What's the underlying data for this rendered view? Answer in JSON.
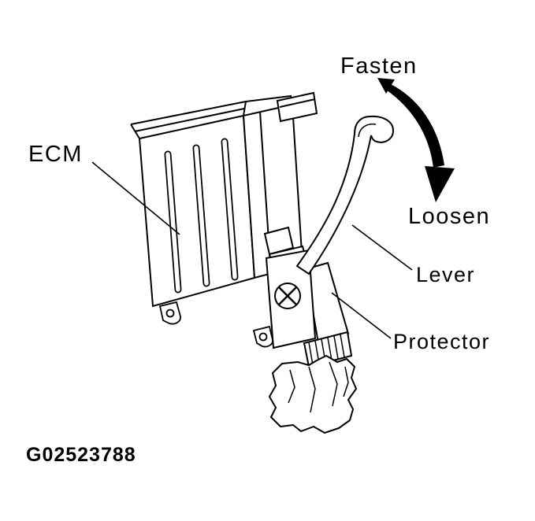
{
  "figure": {
    "id": "G02523788",
    "labels": {
      "ecm": "ECM",
      "fasten": "Fasten",
      "loosen": "Loosen",
      "lever": "Lever",
      "protector": "Protector"
    },
    "icons": {
      "rotation_arrow": "curved-double-headed-arrow",
      "screw": "phillips-screw-head"
    },
    "colors": {
      "line": "#000000",
      "background": "#ffffff"
    }
  }
}
